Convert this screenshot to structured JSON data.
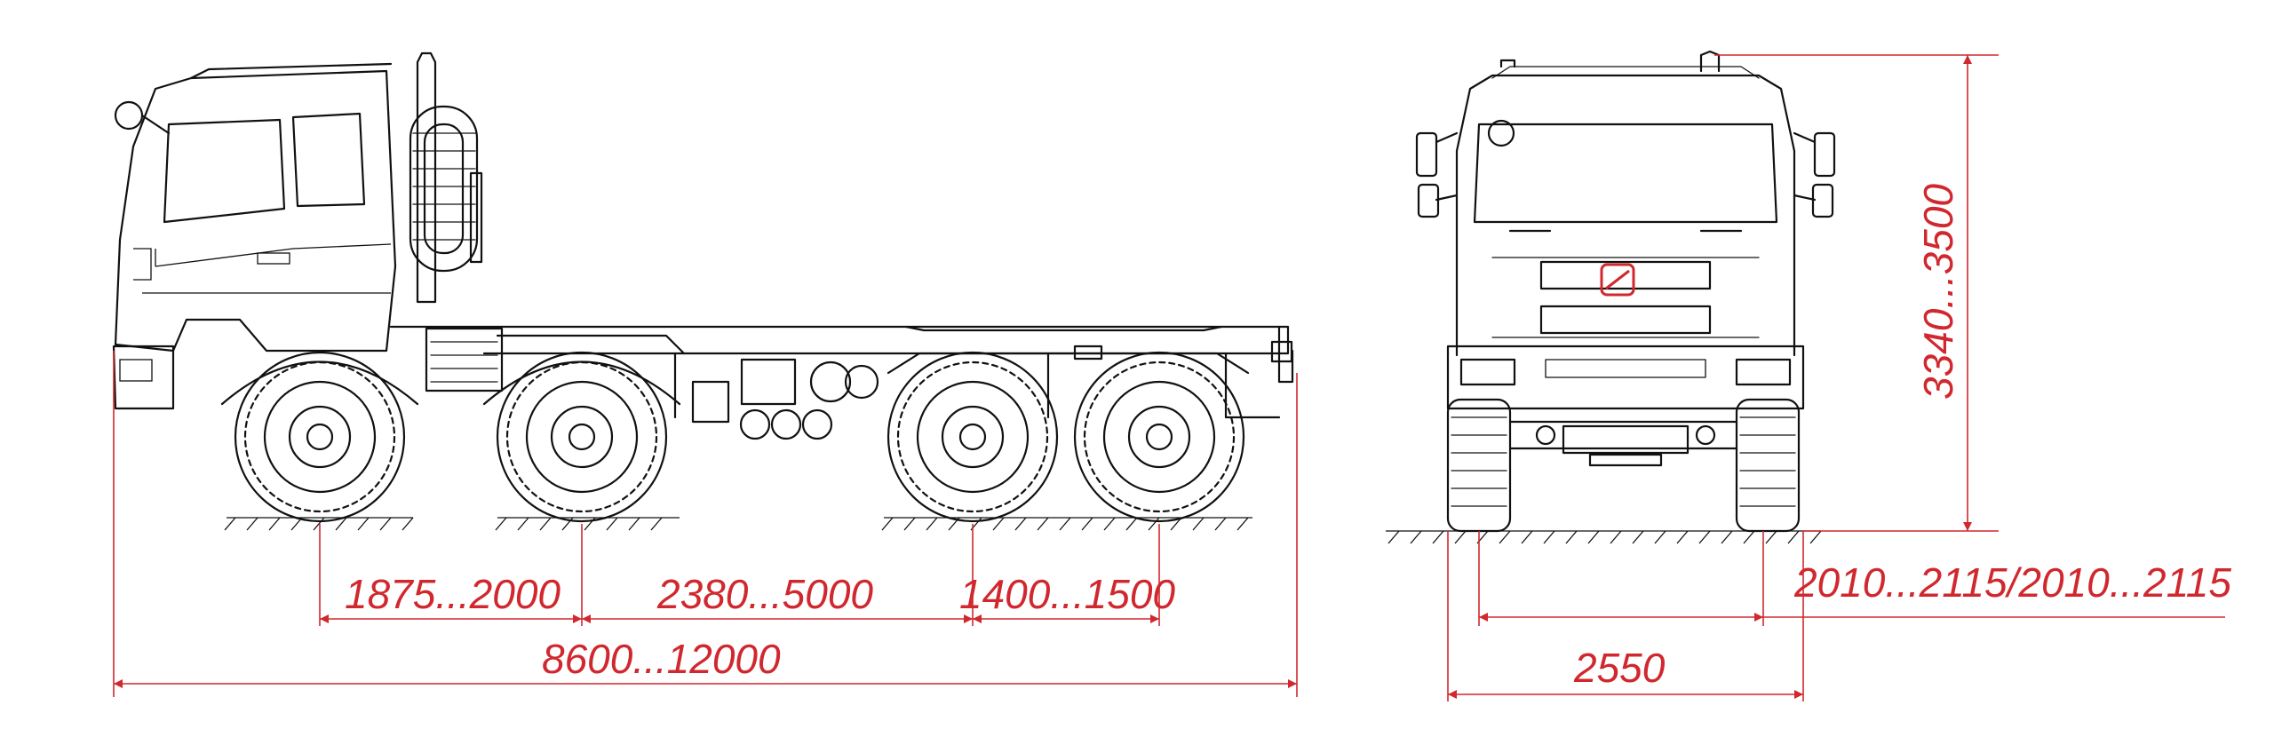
{
  "dimensions": {
    "axle_gap_1_2": "1875...2000",
    "axle_gap_2_3": "2380...5000",
    "axle_gap_3_4": "1400...1500",
    "overall_length": "8600...12000",
    "height": "3340...3500",
    "track_widths": "2010...2115/2010...2115",
    "overall_width": "2550"
  },
  "colors": {
    "dimension_lines": "#d0282e",
    "linework": "#111111",
    "background": "#ffffff"
  }
}
